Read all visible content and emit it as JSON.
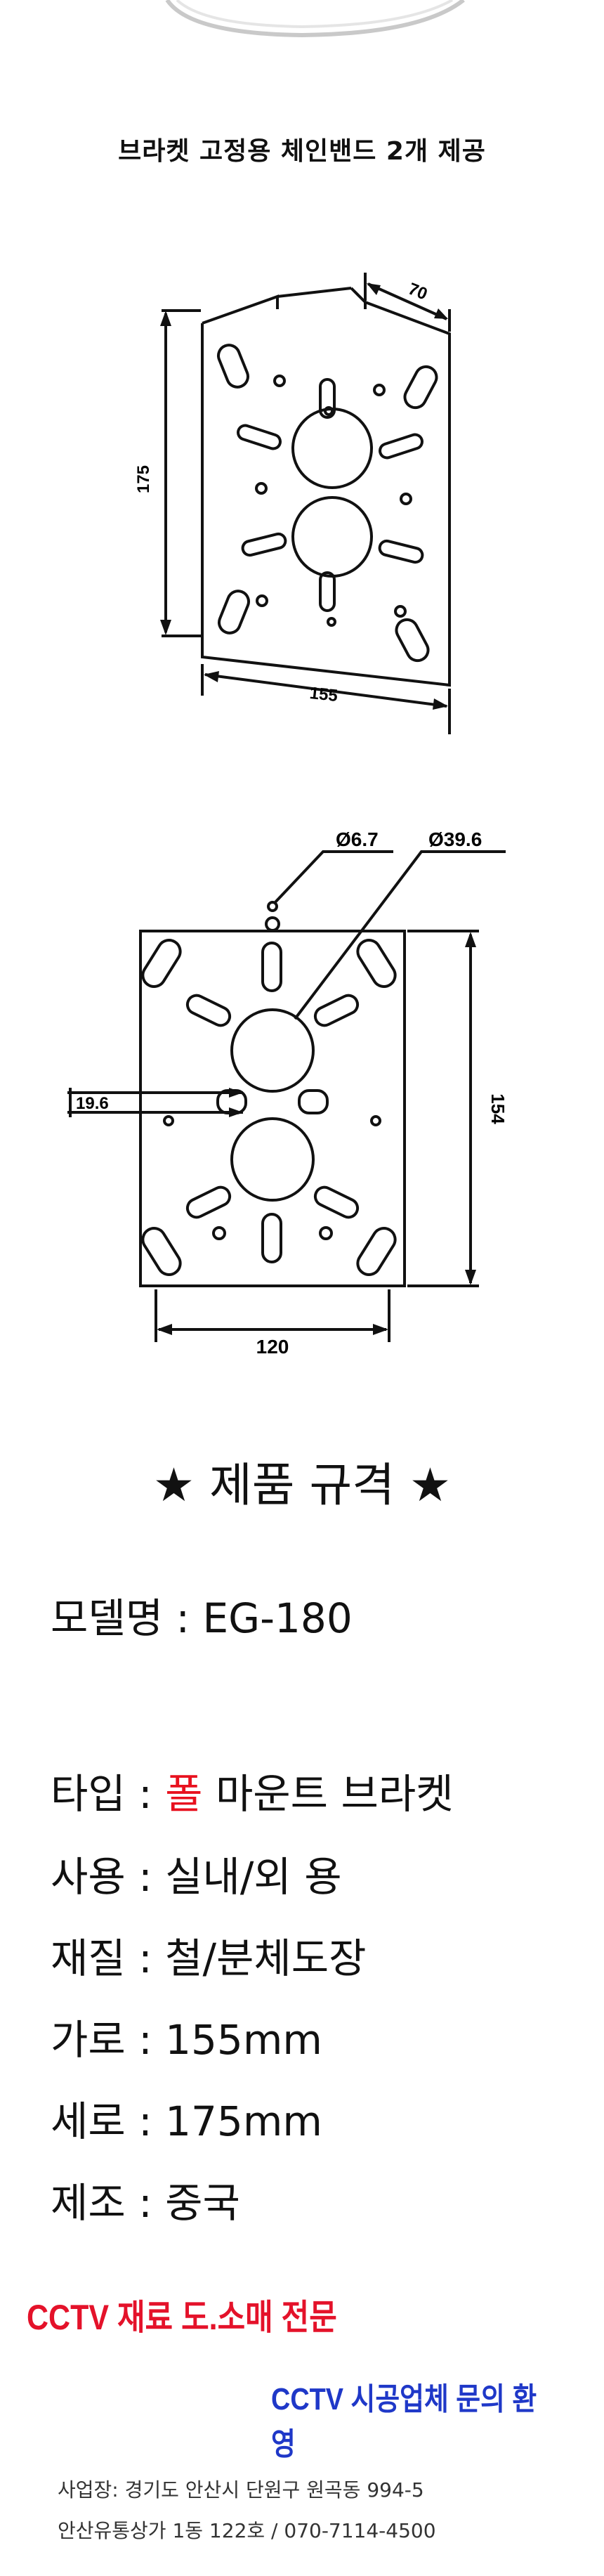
{
  "caption": "브라켓 고정용 체인밴드 2개 제공",
  "drawing1": {
    "dim_height": "175",
    "dim_width": "155",
    "dim_depth": "70"
  },
  "drawing2": {
    "dim_small_hole": "Ø6.7",
    "dim_large_hole": "Ø39.6",
    "dim_offset": "19.6",
    "dim_height": "154",
    "dim_width": "120"
  },
  "spec_title": "★  제품 규격  ★",
  "specs": {
    "model": "모델명 : EG-180",
    "type_prefix": "타입 : ",
    "type_highlight": "폴",
    "type_suffix": " 마운트 브라켓",
    "usage": "사용 : 실내/외 용",
    "material": "재질 : 철/분체도장",
    "width": "가로 : 155mm",
    "height": "세로 : 175mm",
    "origin": "제조 : 중국"
  },
  "promo": {
    "line1": "CCTV 재료 도.소매 전문",
    "line2": "CCTV 시공업체 문의 환영"
  },
  "address": {
    "line1": "사업장: 경기도 안산시 단원구 원곡동 994-5",
    "line2": "안산유통상가 1동 122호 / 070-7114-4500"
  },
  "colors": {
    "highlight_red": "#e8111e",
    "promo_red": "#e4122a",
    "promo_blue": "#1f38c8"
  }
}
